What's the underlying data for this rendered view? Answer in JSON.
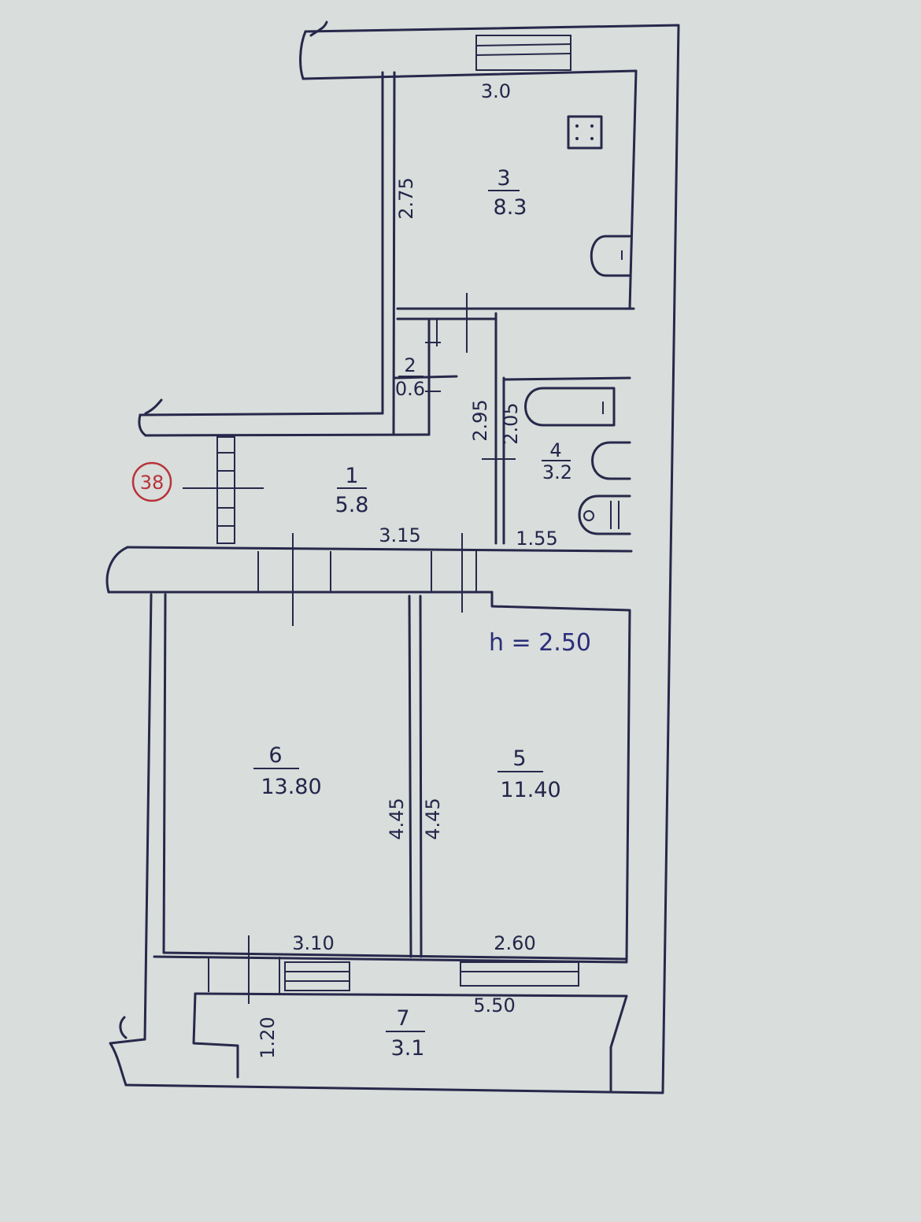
{
  "apartment_number": "38",
  "ceiling_height": "h = 2.50",
  "rooms": [
    {
      "id": "room-1",
      "number": "1",
      "area": "5.8"
    },
    {
      "id": "room-2",
      "number": "2",
      "area": "0.6"
    },
    {
      "id": "room-3",
      "number": "3",
      "area": "8.3"
    },
    {
      "id": "room-4",
      "number": "4",
      "area": "3.2"
    },
    {
      "id": "room-5",
      "number": "5",
      "area": "11.40"
    },
    {
      "id": "room-6",
      "number": "6",
      "area": "13.80"
    },
    {
      "id": "room-7",
      "number": "7",
      "area": "3.1"
    }
  ],
  "dimensions": {
    "kitchen_width": "3.0",
    "kitchen_depth": "2.75",
    "hall_width": "3.15",
    "bath_width": "1.55",
    "bath_depth_outer": "2.95",
    "bath_depth_inner": "2.05",
    "room6_depth": "4.45",
    "room5_depth": "4.45",
    "room6_width": "3.10",
    "room5_width": "2.60",
    "balcony_width": "5.50",
    "balcony_depth": "1.20"
  },
  "colors": {
    "paper": "#d9dddb",
    "ink": "#27284a",
    "badge": "#b6333a"
  }
}
